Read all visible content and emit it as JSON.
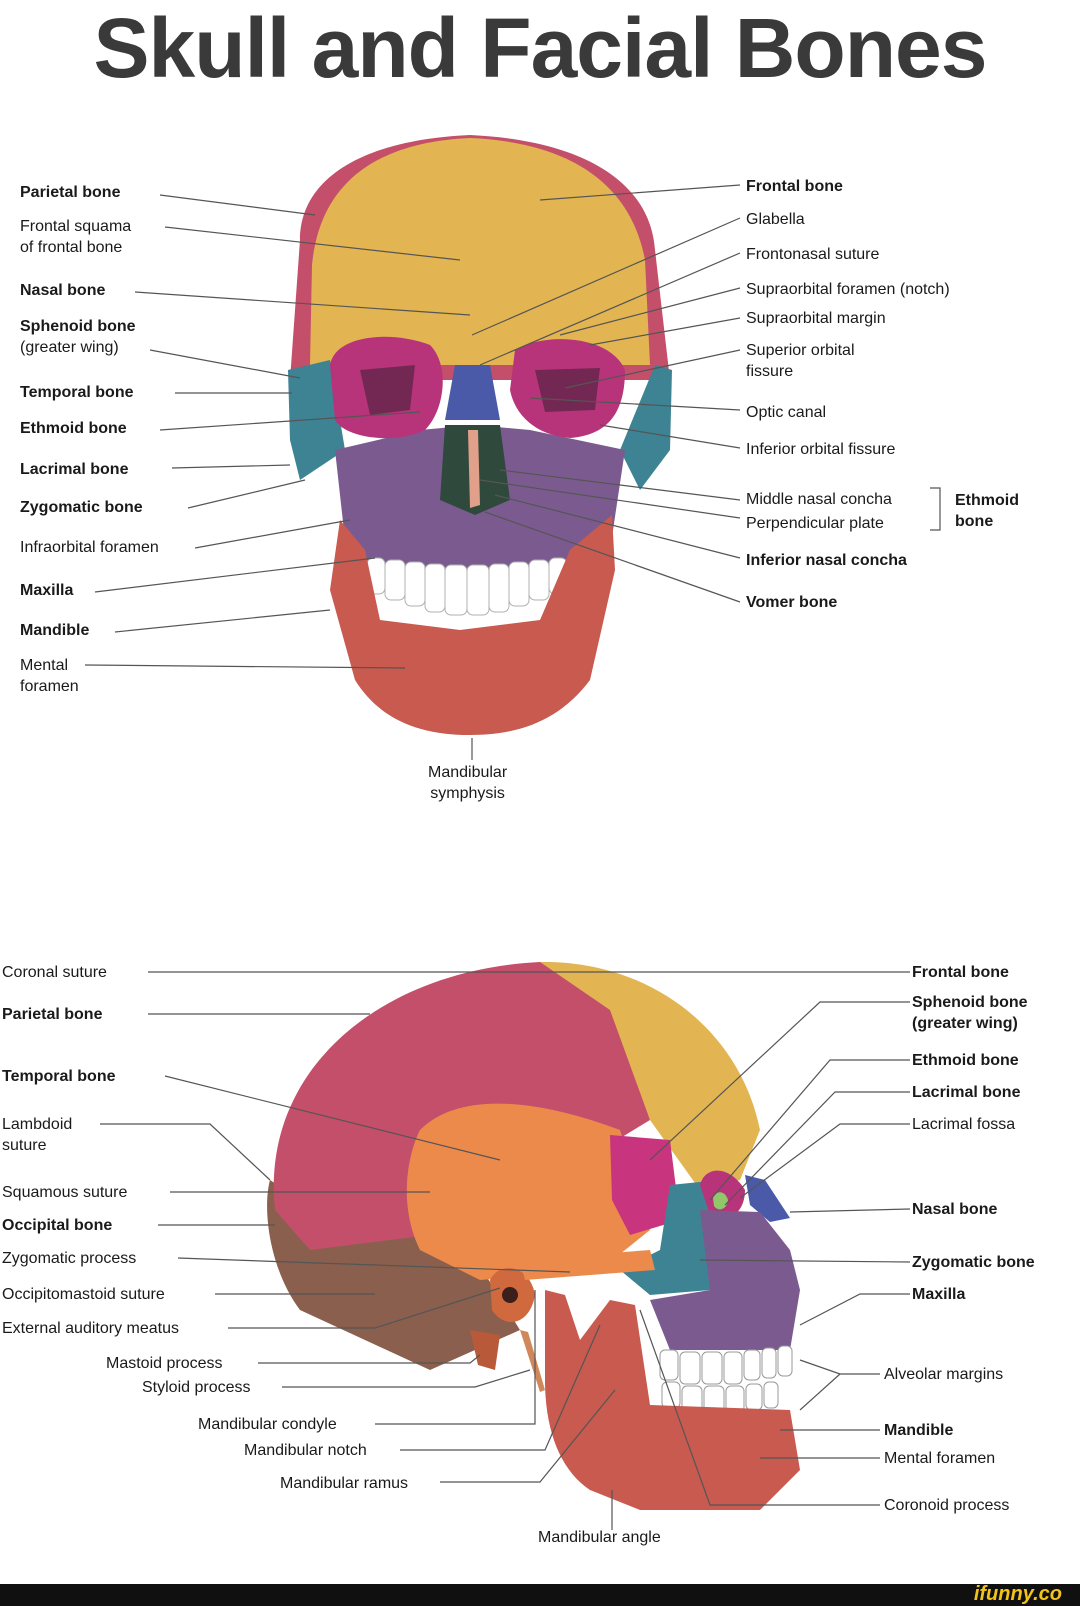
{
  "title": "Skull and Facial Bones",
  "colors": {
    "frontal": "#e2b552",
    "parietal": "#c44f6a",
    "temporal": "#ec8a4c",
    "sphenoid": "#c8347e",
    "zygomatic": "#3d8394",
    "maxilla": "#7b5b8f",
    "mandible": "#c85a4f",
    "nasal": "#4b5aa8",
    "occipital": "#8a5f4e",
    "teeth": "#ffffff",
    "orbit": "#b8347a",
    "line": "#555555"
  },
  "anterior_labels": {
    "parietal_bone": "Parietal bone",
    "frontal_squama": "Frontal  squama\nof frontal bone",
    "nasal_bone": "Nasal bone",
    "sphenoid_bone": "Sphenoid bone",
    "sphenoid_sub": "(greater wing)",
    "temporal_bone": "Temporal bone",
    "ethmoid_bone": "Ethmoid bone",
    "lacrimal_bone": "Lacrimal bone",
    "zygomatic_bone": "Zygomatic bone",
    "infraorbital_foramen": "Infraorbital foramen",
    "maxilla": "Maxilla",
    "mandible": "Mandible",
    "mental_foramen": "Mental\nforamen",
    "mandibular_symphysis": "Mandibular\nsymphysis",
    "frontal_bone": "Frontal bone",
    "glabella": "Glabella",
    "frontonasal_suture": "Frontonasal suture",
    "supraorbital_foramen": "Supraorbital foramen (notch)",
    "supraorbital_margin": "Supraorbital margin",
    "superior_orbital_fissure": "Superior orbital\nfissure",
    "optic_canal": "Optic canal",
    "inferior_orbital_fissure": "Inferior orbital fissure",
    "middle_nasal_concha": "Middle nasal concha",
    "perpendicular_plate": "Perpendicular plate",
    "ethmoid_group": "Ethmoid\nbone",
    "inferior_nasal_concha": "Inferior nasal concha",
    "vomer_bone": "Vomer bone"
  },
  "lateral_labels": {
    "coronal_suture": "Coronal suture",
    "parietal_bone": "Parietal bone",
    "temporal_bone": "Temporal bone",
    "lambdoid_suture": "Lambdoid\nsuture",
    "squamous_suture": "Squamous suture",
    "occipital_bone": "Occipital bone",
    "zygomatic_process": "Zygomatic process",
    "occipitomastoid_suture": "Occipitomastoid suture",
    "external_auditory_meatus": "External auditory meatus",
    "mastoid_process": "Mastoid process",
    "styloid_process": "Styloid process",
    "mandibular_condyle": "Mandibular condyle",
    "mandibular_notch": "Mandibular notch",
    "mandibular_ramus": "Mandibular ramus",
    "mandibular_angle": "Mandibular angle",
    "frontal_bone": "Frontal bone",
    "sphenoid_bone": "Sphenoid bone\n(greater wing)",
    "ethmoid_bone": "Ethmoid bone",
    "lacrimal_bone": "Lacrimal bone",
    "lacrimal_fossa": "Lacrimal fossa",
    "nasal_bone": "Nasal bone",
    "zygomatic_bone": "Zygomatic bone",
    "maxilla": "Maxilla",
    "alveolar_margins": "Alveolar margins",
    "mandible": "Mandible",
    "mental_foramen": "Mental foramen",
    "coronoid_process": "Coronoid process"
  },
  "footer": {
    "logo": "ifunny.co"
  }
}
